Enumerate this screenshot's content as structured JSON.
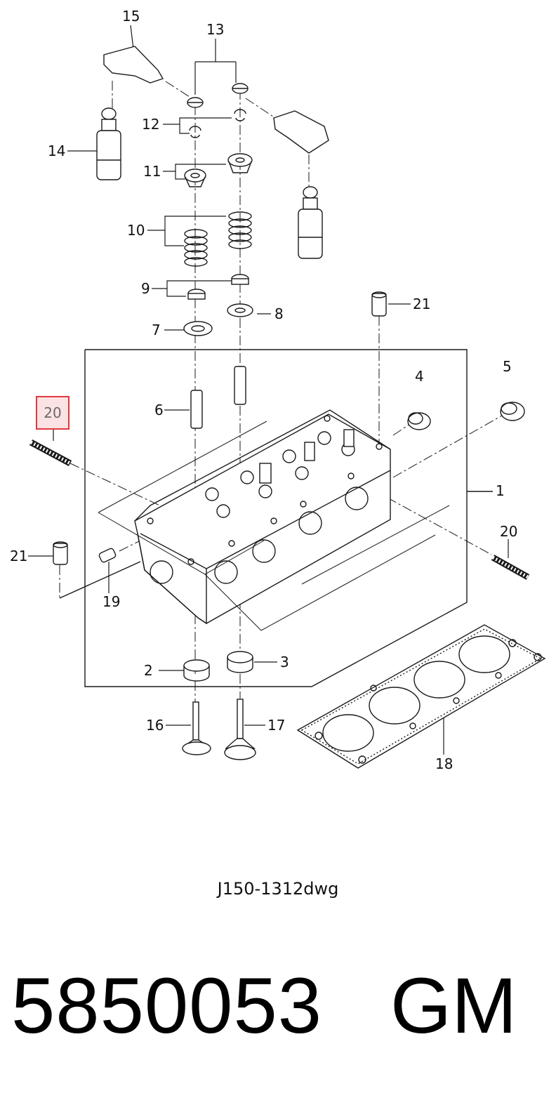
{
  "callouts": {
    "c1": "1",
    "c2": "2",
    "c3": "3",
    "c4": "4",
    "c5": "5",
    "c6": "6",
    "c7": "7",
    "c8": "8",
    "c9": "9",
    "c10": "10",
    "c11": "11",
    "c12": "12",
    "c13": "13",
    "c14": "14",
    "c15": "15",
    "c16": "16",
    "c17": "17",
    "c18": "18",
    "c19": "19",
    "c20_left": "20",
    "c20_right": "20",
    "c21_top": "21",
    "c21_left": "21"
  },
  "highlight_label": "20",
  "drawing_code": "J150-1312dwg",
  "part_number": "5850053",
  "brand": "GM",
  "colors": {
    "highlight_border": "#e0383e",
    "highlight_fill": "#fbe3e4",
    "line": "#1a1a1a"
  }
}
